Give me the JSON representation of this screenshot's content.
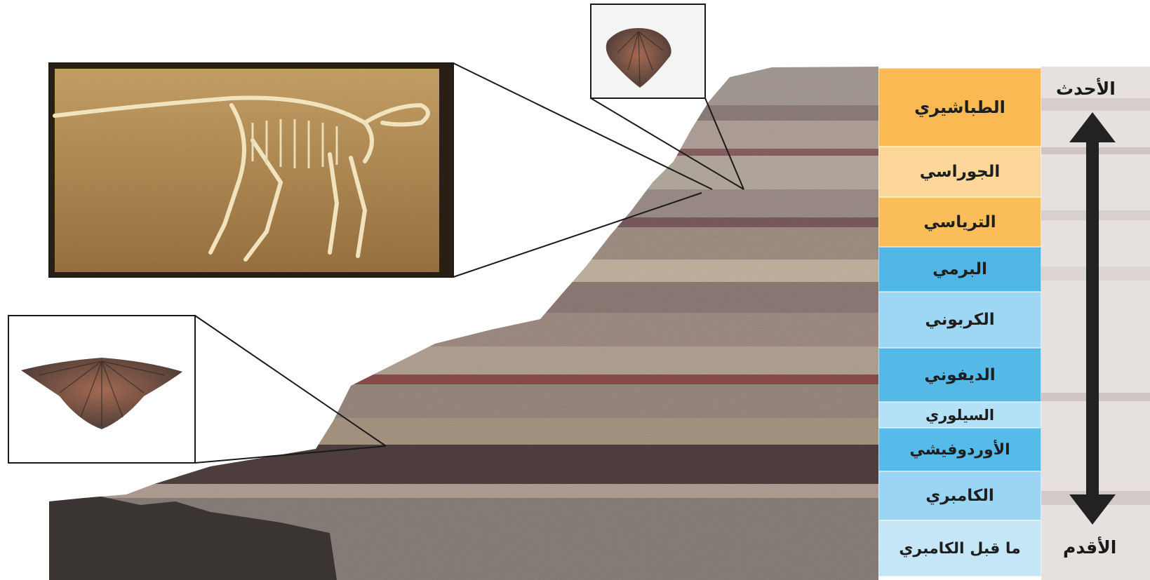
{
  "arrow_labels": {
    "top": "الأحدث",
    "bottom": "الأقدم"
  },
  "periods": [
    {
      "name": "الطباشيري",
      "color": "#fbb954"
    },
    {
      "name": "الجوراسي",
      "color": "#fdd79a"
    },
    {
      "name": "الترياسي",
      "color": "#fbbd5a"
    },
    {
      "name": "البرمي",
      "color": "#4fb6e6"
    },
    {
      "name": "الكربوني",
      "color": "#9dd7f3"
    },
    {
      "name": "الديفوني",
      "color": "#54b9e7"
    },
    {
      "name": "السيلوري",
      "color": "#b4e1f6"
    },
    {
      "name": "الأوردوفيشي",
      "color": "#56bbe8"
    },
    {
      "name": "الكامبري",
      "color": "#9ad6f3"
    },
    {
      "name": "ما قبل الكامبري",
      "color": "#c4e6f7"
    }
  ],
  "colors": {
    "arrow": "#222222",
    "frame": "#1a1a1a"
  }
}
